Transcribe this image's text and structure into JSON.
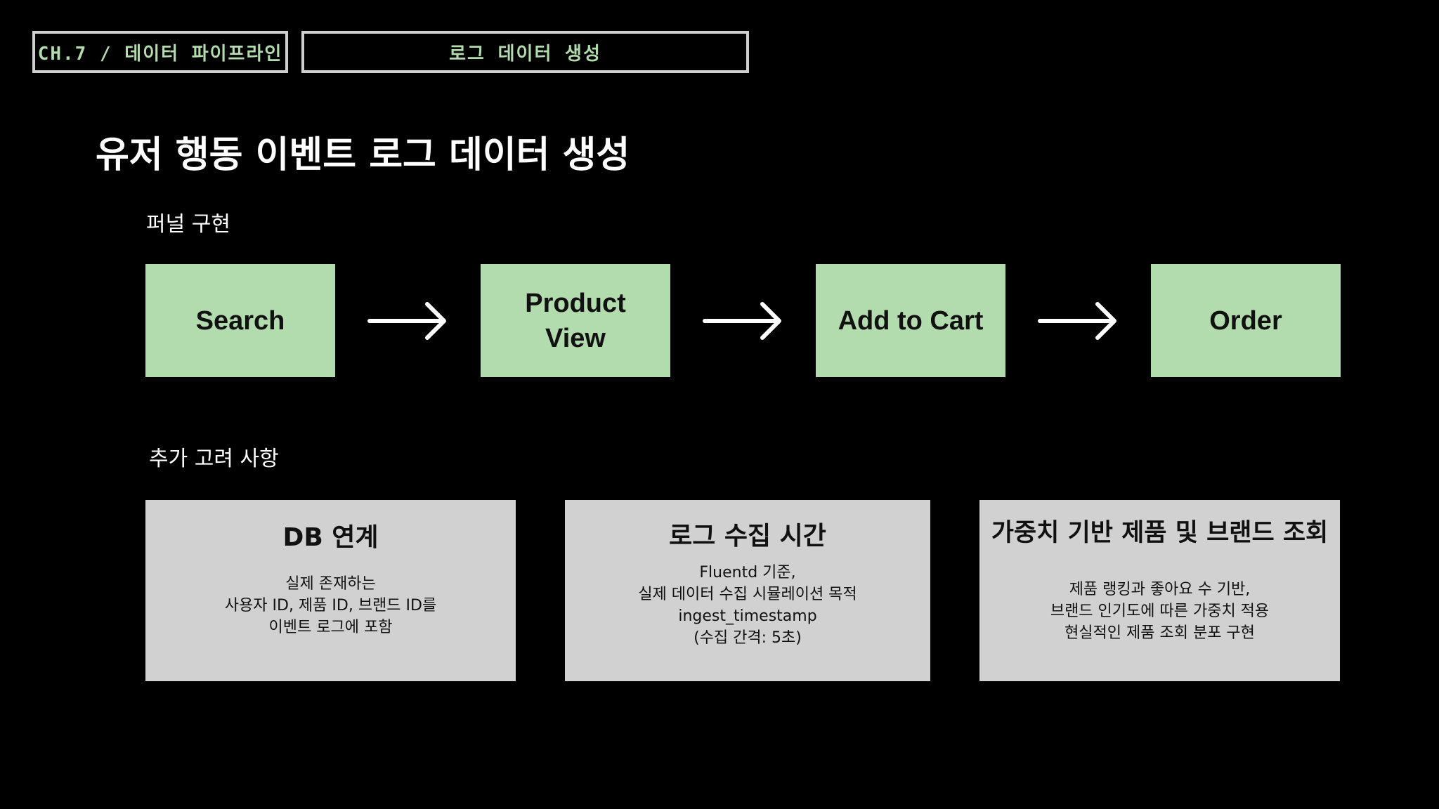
{
  "header": {
    "chapter": "CH.7 / 데이터 파이프라인",
    "topic": "로그 데이터 생성"
  },
  "page_title": "유저 행동 이벤트 로그 데이터 생성",
  "funnel": {
    "label": "퍼널 구현",
    "steps": [
      {
        "lines": [
          "Search"
        ]
      },
      {
        "lines": [
          "Product",
          "View"
        ]
      },
      {
        "lines": [
          "Add to Cart"
        ]
      },
      {
        "lines": [
          "Order"
        ]
      }
    ],
    "arrow_icon": "right-arrow-icon"
  },
  "considerations": {
    "label": "추가 고려 사항",
    "cards": [
      {
        "title": "DB 연계",
        "lines": [
          "실제 존재하는",
          "사용자 ID, 제품 ID, 브랜드 ID를",
          "이벤트 로그에 포함"
        ]
      },
      {
        "title": "로그 수집 시간",
        "lines": [
          "Fluentd 기준,",
          "실제 데이터 수집 시뮬레이션 목적",
          "ingest_timestamp",
          "(수집 간격: 5초)"
        ]
      },
      {
        "title": "가중치 기반 제품 및 브랜드 조회",
        "lines": [
          "제품 랭킹과 좋아요 수 기반,",
          "브랜드 인기도에 따른 가중치 적용",
          "현실적인 제품 조회 분포 구현"
        ]
      }
    ]
  },
  "colors": {
    "background": "#000000",
    "accent_green": "#b3dcae",
    "card_gray": "#d1d1d1",
    "chip_border": "#cfcfcf"
  }
}
